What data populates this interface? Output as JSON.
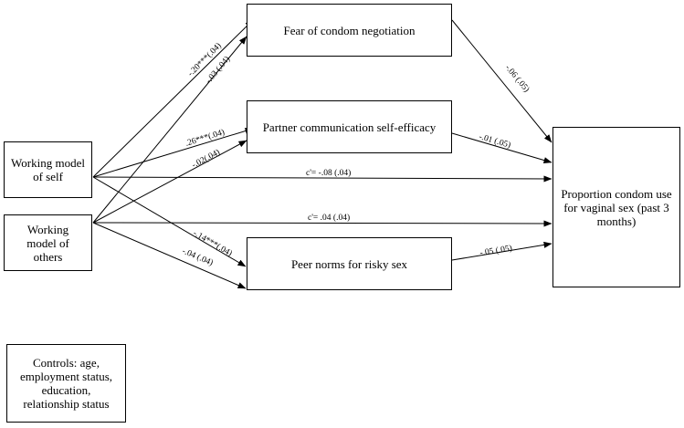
{
  "boxes": {
    "self": "Working model\nof self",
    "others": "Working\nmodel of\nothers",
    "fear": "Fear of condom negotiation",
    "partner": "Partner communication self-efficacy",
    "peer": "Peer norms for risky sex",
    "outcome": "Proportion condom use\nfor vaginal sex (past 3\nmonths)",
    "controls": "Controls: age,\nemployment status,\neducation,\nrelationship status"
  },
  "paths": {
    "self_fear": "-.20***(.04)",
    "others_fear": "-.03 (.04)",
    "self_partner": ".26***(.04)",
    "others_partner": "-.02(.04)",
    "self_peer": "-.14***(.04)",
    "others_peer": "-.04 (.04)",
    "fear_outcome": "-.06 (.05)",
    "partner_outcome": "-.01 (.05)",
    "peer_outcome": "-.05 (.05)",
    "self_outcome_direct": "c'= -.08 (.04)",
    "others_outcome_direct": "c'= .04 (.04)"
  }
}
